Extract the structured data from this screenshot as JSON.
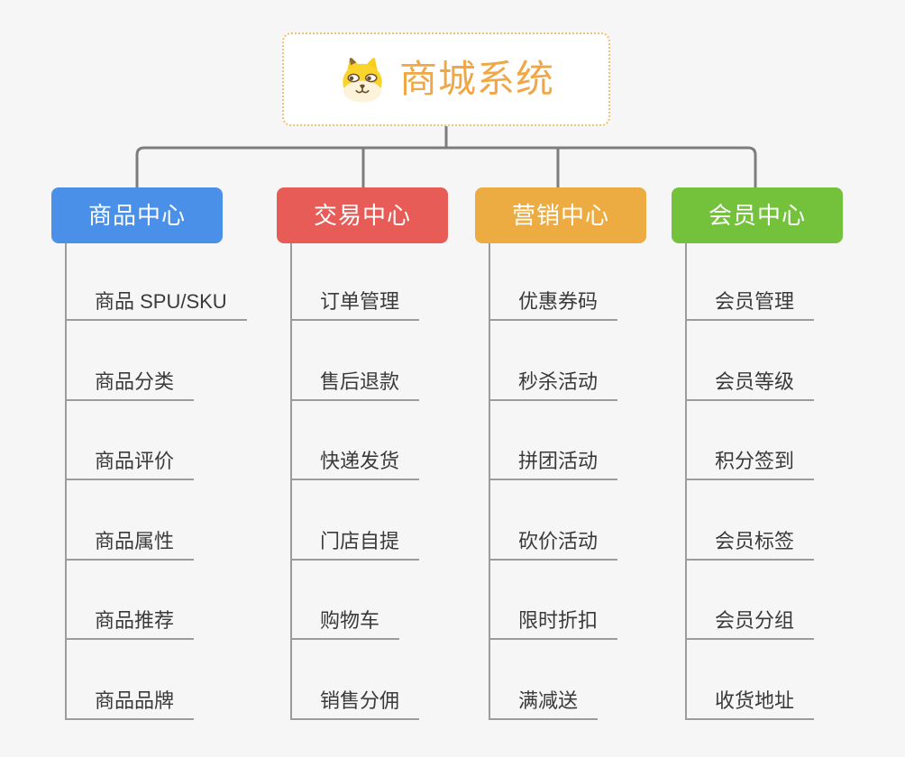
{
  "root": {
    "title": "商城系统",
    "icon": "dog-icon"
  },
  "branches": [
    {
      "label": "商品中心",
      "color": "#4A90E8",
      "children": [
        "商品 SPU/SKU",
        "商品分类",
        "商品评价",
        "商品属性",
        "商品推荐",
        "商品品牌"
      ]
    },
    {
      "label": "交易中心",
      "color": "#E85C58",
      "children": [
        "订单管理",
        "售后退款",
        "快递发货",
        "门店自提",
        "购物车",
        "销售分佣"
      ]
    },
    {
      "label": "营销中心",
      "color": "#ECAC41",
      "children": [
        "优惠券码",
        "秒杀活动",
        "拼团活动",
        "砍价活动",
        "限时折扣",
        "满减送"
      ]
    },
    {
      "label": "会员中心",
      "color": "#74C23C",
      "children": [
        "会员管理",
        "会员等级",
        "积分签到",
        "会员标签",
        "会员分组",
        "收货地址"
      ]
    }
  ],
  "colors": {
    "background": "#F6F6F6",
    "connector": "#7D7D7D",
    "child_line": "#9C9C9C",
    "child_text": "#3A3A3A",
    "root_accent": "#EFA845",
    "root_border": "#F1BE7A"
  }
}
